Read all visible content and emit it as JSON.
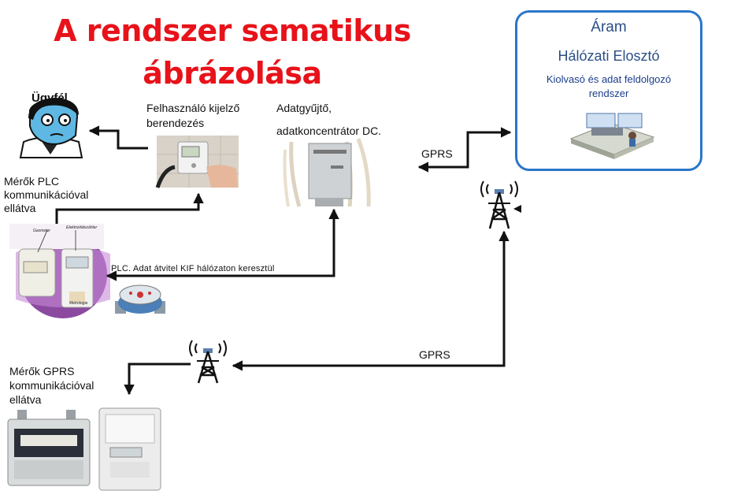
{
  "title_line1": "A rendszer sematikus",
  "title_line2": "ábrázolása",
  "customer_label": "Ügyfél",
  "display_device_line1": "Felhasználó kijelző",
  "display_device_line2": "berendezés",
  "collector_line1": "Adatgyűjtő,",
  "collector_line2": "adatkoncentrátor  DC.",
  "utility_box": {
    "line1": "Áram",
    "line2": "Hálózati Elosztó",
    "line3": "Kiolvasó és adat feldolgozó rendszer"
  },
  "gprs_top": "GPRS",
  "gprs_bottom": "GPRS",
  "plc_meters_line1": "Mérők PLC",
  "plc_meters_line2": "kommunikációval",
  "plc_meters_line3": "ellátva",
  "plc_transfer": "PLC. Adat átvitel KIF hálózaton keresztül",
  "gprs_meters_line1": "Mérők GPRS",
  "gprs_meters_line2": "kommunikációval",
  "gprs_meters_line3": "ellátva",
  "gasmeter_label": "Gasmeter",
  "electricity_label": "Elektrizitätszähler",
  "metrology_label": "Metrologie",
  "colors": {
    "title": "#e8121a",
    "box_border": "#2a76c9",
    "box_text": "#2a4e86",
    "arrow": "#111111"
  }
}
